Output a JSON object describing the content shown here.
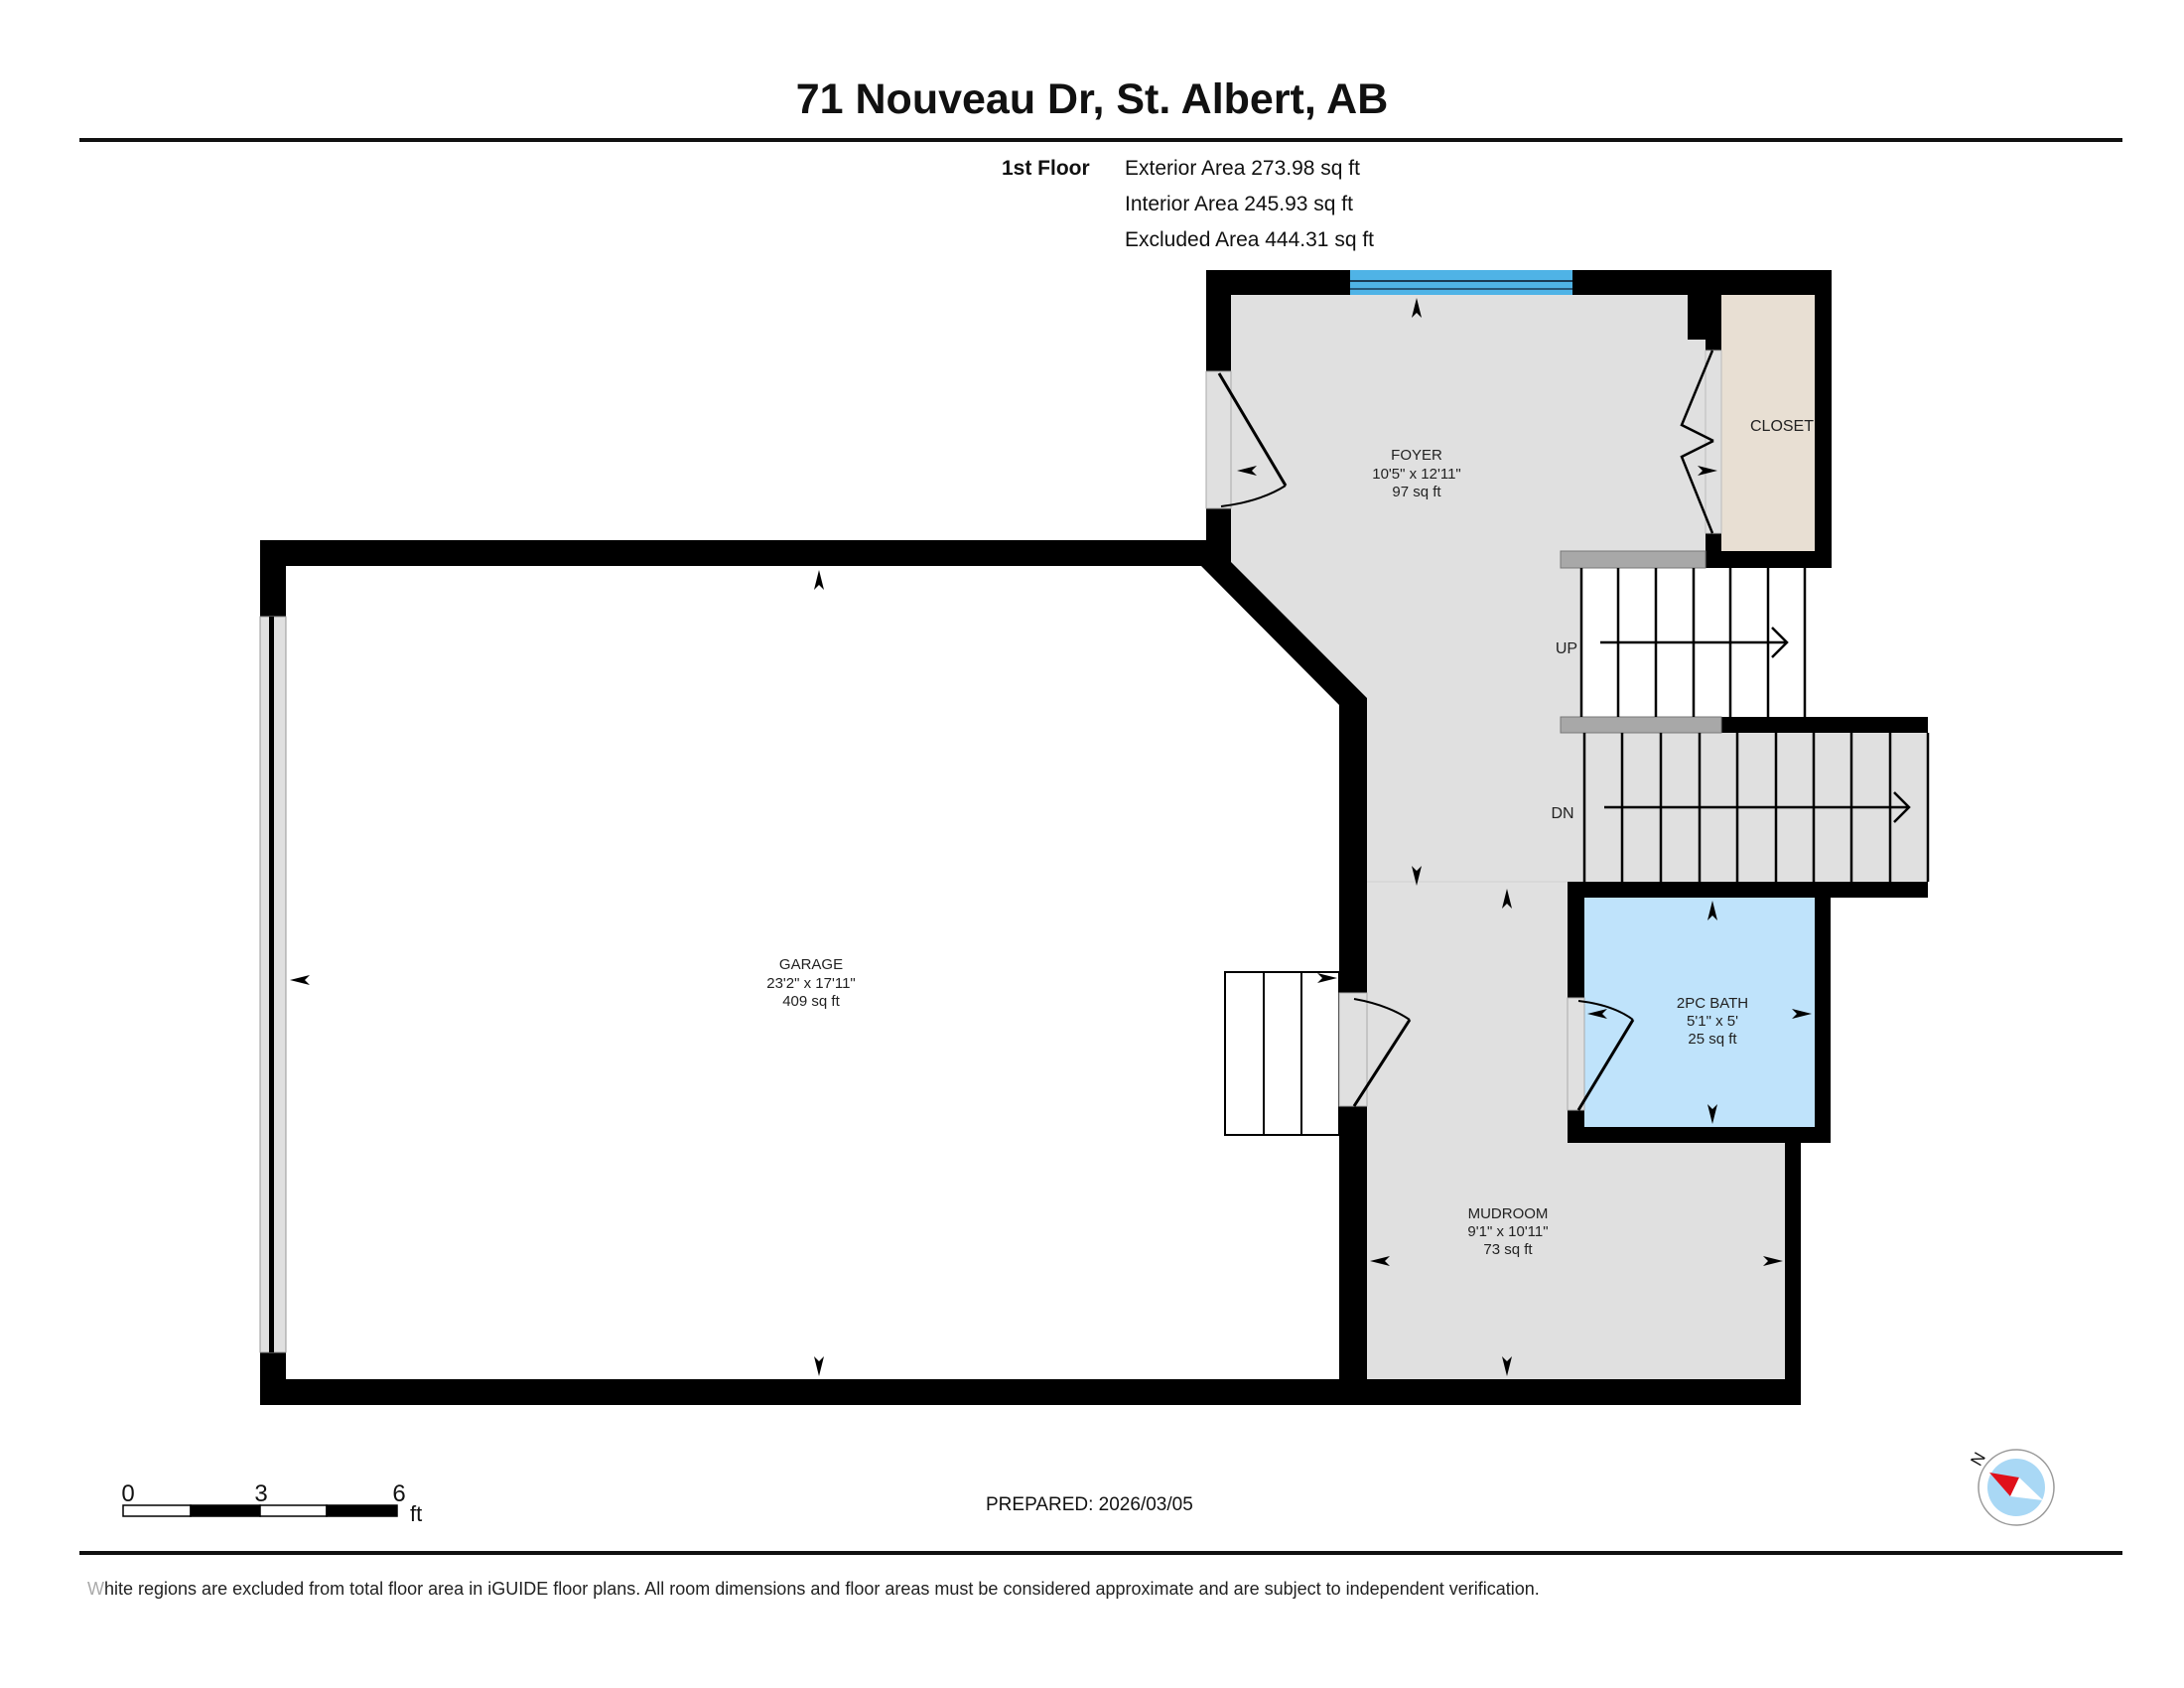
{
  "header": {
    "title": "71 Nouveau Dr, St. Albert, AB"
  },
  "summary": {
    "floor": "1st Floor",
    "exterior_area": "Exterior Area 273.98 sq ft",
    "interior_area": "Interior Area 245.93 sq ft",
    "excluded_area": "Excluded Area 444.31 sq ft"
  },
  "rooms": {
    "foyer": {
      "name": "FOYER",
      "dims": "10'5\" x 12'11\"",
      "area": "97 sq ft"
    },
    "closet": {
      "name": "CLOSET"
    },
    "garage": {
      "name": "GARAGE",
      "dims": "23'2\" x 17'11\"",
      "area": "409 sq ft"
    },
    "bath": {
      "name": "2PC BATH",
      "dims": "5'1\" x 5'",
      "area": "25 sq ft"
    },
    "mudroom": {
      "name": "MUDROOM",
      "dims": "9'1\" x 10'11\"",
      "area": "73 sq ft"
    }
  },
  "stairs": {
    "up_label": "UP",
    "down_label": "DN"
  },
  "colors": {
    "wall": "#000000",
    "interior_floor": "#e0e0e0",
    "closet_floor": "#e8dfd3",
    "bath_floor": "#bfe3fb",
    "window": "#4fb3e6",
    "rail": "#a8a8a8",
    "compass_red": "#e0101a",
    "compass_blue": "#a9d8f5"
  },
  "scale_bar": {
    "labels": [
      "0",
      "3",
      "6"
    ],
    "unit": "ft"
  },
  "compass": {
    "north_label": "N"
  },
  "prepared": "PREPARED: 2026/03/05",
  "footer": {
    "first_letter": "W",
    "text": "hite regions are excluded from total floor area in iGUIDE floor plans. All room dimensions and floor areas must be considered approximate and are subject to independent verification."
  }
}
